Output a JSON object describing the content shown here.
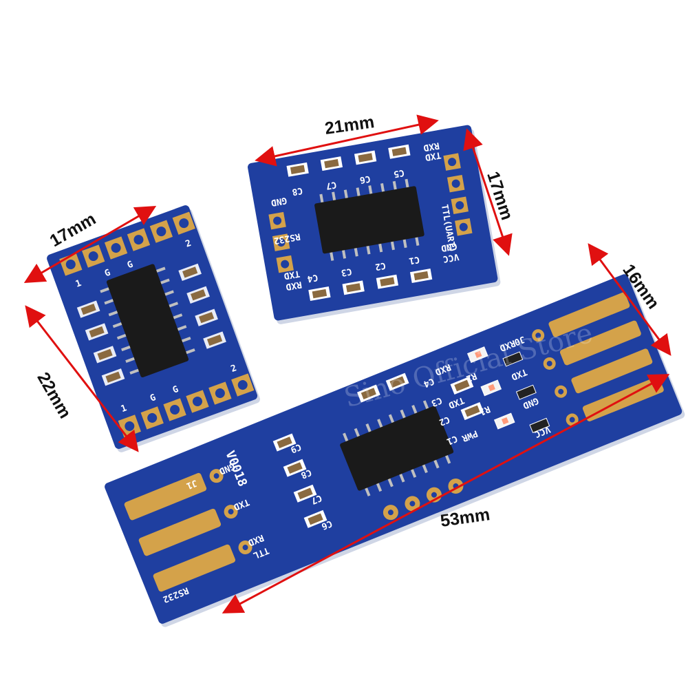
{
  "colors": {
    "pcb": "#1f3fa0",
    "pcb_dark": "#182f7a",
    "pad": "#d4a24a",
    "arrow": "#e01010",
    "silk": "#ffffff",
    "chip": "#1a1a1a"
  },
  "dimensions": {
    "small_width": "17mm",
    "small_height": "22mm",
    "square_width": "21mm",
    "square_height": "17mm",
    "long_width": "16mm",
    "long_length": "53mm"
  },
  "square_board": {
    "caps_top": [
      "C8",
      "C7",
      "C6",
      "C5"
    ],
    "caps_bottom": [
      "C4",
      "C3",
      "C2",
      "C1"
    ],
    "left_pins": [
      "GND",
      "RS232",
      "TXD",
      "RXD"
    ],
    "right_pins": [
      "RXD",
      "TXD",
      "TTL(UART)",
      "GND",
      "VCC"
    ]
  },
  "long_board": {
    "left_label": "V0018",
    "j1": "J1",
    "j0": "J0",
    "left_pins": [
      "GND",
      "TXD",
      "RXD",
      "TTL"
    ],
    "right_pins": [
      "RXD",
      "TXD",
      "GND",
      "VCC"
    ],
    "rs232": "RS232",
    "caps_left": [
      "C9",
      "C8",
      "C7",
      "C6"
    ],
    "caps_right": [
      "C4",
      "C3",
      "C2",
      "C1"
    ],
    "leds": [
      "RXD",
      "TXD",
      "PWR"
    ],
    "resistors": [
      "R2",
      "R1"
    ]
  },
  "small_board": {
    "marks": [
      "1",
      "G",
      "G",
      "2",
      "1",
      "G",
      "G",
      "2"
    ]
  },
  "watermark": "Sino Official Store"
}
